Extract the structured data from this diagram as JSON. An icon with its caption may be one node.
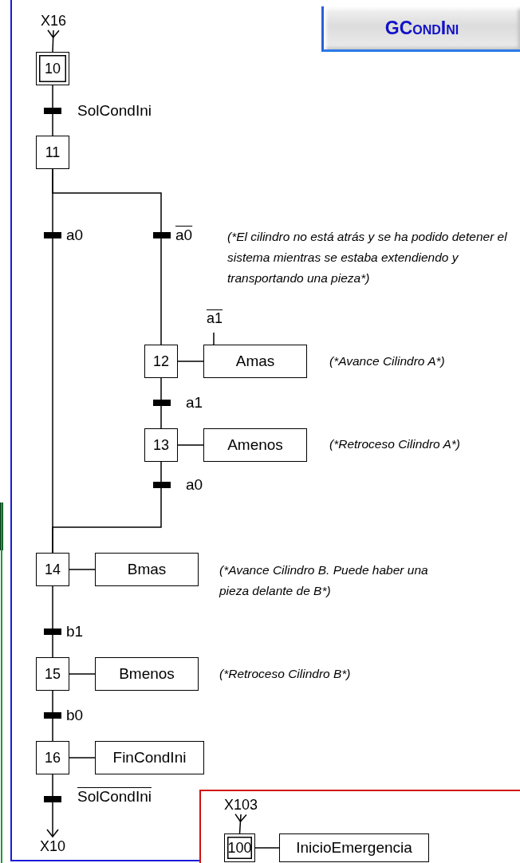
{
  "diagram": {
    "title": "GCondIni",
    "nodes": [
      {
        "text": [
          "X16"
        ]
      },
      {
        "text": [
          "10"
        ]
      },
      {
        "text": [
          "11"
        ]
      },
      {
        "text": [
          "a1"
        ]
      },
      {
        "text": [
          "12"
        ]
      },
      {
        "text": [
          "Amas"
        ],
        "beside": [
          "(*Avance Cilindro A*)"
        ]
      },
      {
        "text": [
          "13"
        ]
      },
      {
        "text": [
          "Amenos"
        ],
        "beside": [
          "(*Retroceso Cilindro A*)"
        ]
      },
      {
        "text": [
          "14"
        ]
      },
      {
        "text": [
          "Bmas"
        ],
        "beside": [
          "(*Avance Cilindro B. Puede haber una pieza delante de B*)"
        ]
      },
      {
        "text": [
          "15"
        ]
      },
      {
        "text": [
          "Bmenos"
        ],
        "beside": [
          "(*Retroceso Cilindro B*)"
        ]
      },
      {
        "text": [
          "16"
        ]
      },
      {
        "text": [
          "FinCondIni"
        ]
      },
      {
        "text": [
          "X10"
        ]
      },
      {
        "text": [
          "X103"
        ]
      },
      {
        "text": [
          "100"
        ]
      },
      {
        "text": [
          "InicioEmergencia"
        ]
      }
    ],
    "edges": [
      {
        "from": 0,
        "to": 1,
        "arrow": "other"
      },
      {
        "from": 1,
        "to": 2,
        "arrow": "none",
        "label": "SolCondIni"
      },
      {
        "from": 2,
        "to": 8,
        "arrow": "none",
        "label": "a0"
      },
      {
        "from": 2,
        "to": 4,
        "arrow": "none",
        "label": "a0"
      },
      {
        "from": 3,
        "to": 5,
        "arrow": "none"
      },
      {
        "from": 4,
        "to": 5,
        "arrow": "none"
      },
      {
        "from": 4,
        "to": 6,
        "arrow": "none",
        "label": "a1"
      },
      {
        "from": 6,
        "to": 7,
        "arrow": "none"
      },
      {
        "from": 6,
        "to": 8,
        "arrow": "none",
        "label": "a0"
      },
      {
        "from": 8,
        "to": 9,
        "arrow": "none"
      },
      {
        "from": 8,
        "to": 10,
        "arrow": "none",
        "label": "b1"
      },
      {
        "from": 10,
        "to": 11,
        "arrow": "none"
      },
      {
        "from": 10,
        "to": 12,
        "arrow": "none",
        "label": "b0"
      },
      {
        "from": 12,
        "to": 13,
        "arrow": "none"
      },
      {
        "from": 12,
        "to": 14,
        "arrow": "to",
        "label": "SolCondIni"
      },
      {
        "from": 15,
        "to": 16,
        "arrow": "other"
      },
      {
        "from": 16,
        "to": 17,
        "arrow": "none"
      }
    ],
    "labels": [
      "(*El cilindro no está atrás y se ha podido detener el sistema mientras se estaba extendiendo y transportando una pieza*)"
    ]
  }
}
